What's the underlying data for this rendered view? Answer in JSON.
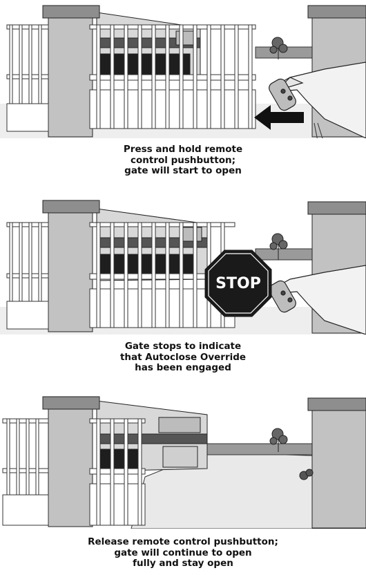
{
  "panels": [
    {
      "caption": [
        "Press and hold remote",
        "control pushbutton;",
        "gate will start to open"
      ],
      "gate_state": "starting-to-open",
      "show_hand": true,
      "show_arrow": true,
      "show_stop": false
    },
    {
      "caption": [
        "Gate stops to indicate",
        "that Autoclose Override",
        "has been engaged"
      ],
      "gate_state": "stopped",
      "show_hand": true,
      "show_arrow": false,
      "show_stop": true,
      "stop_sign_text": "STOP"
    },
    {
      "caption": [
        "Release remote control pushbutton;",
        "gate will continue to open",
        "fully and stay open"
      ],
      "gate_state": "fully-open",
      "show_hand": false,
      "show_arrow": false,
      "show_stop": false
    }
  ],
  "colors": {
    "stop_sign": "#1a1a1a",
    "stop_text": "#ffffff",
    "scene_bg": "#dcdcdc",
    "pillar": "#c4c4c4",
    "gate_bar": "#ffffff",
    "outline": "#333333"
  }
}
